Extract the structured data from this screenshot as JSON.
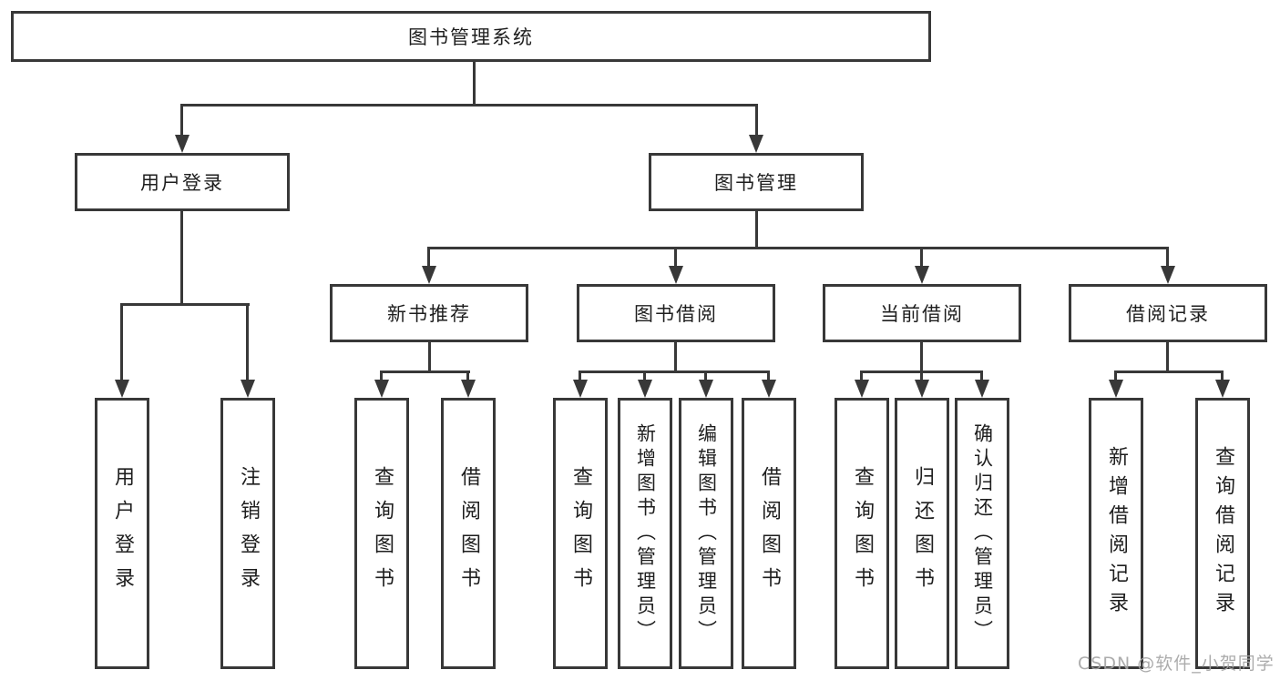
{
  "nodes": {
    "root": "图书管理系统",
    "level2": [
      "用户登录",
      "图书管理"
    ],
    "level3": [
      "新书推荐",
      "图书借阅",
      "当前借阅",
      "借阅记录"
    ],
    "leaves": [
      "用户登录",
      "注销登录",
      "查询图书",
      "借阅图书",
      "查询图书",
      "新增图书（管理员）",
      "编辑图书（管理员）",
      "借阅图书",
      "查询图书",
      "归还图书",
      "确认归还（管理员）",
      "新增借阅记录",
      "查询借阅记录"
    ]
  },
  "watermark": {
    "text": "CSDN @软件_小贺同学"
  },
  "colors": {
    "line": "#383838",
    "text": "#1e1e1e",
    "watermark": "#a5a5a5",
    "background": "#ffffff"
  }
}
